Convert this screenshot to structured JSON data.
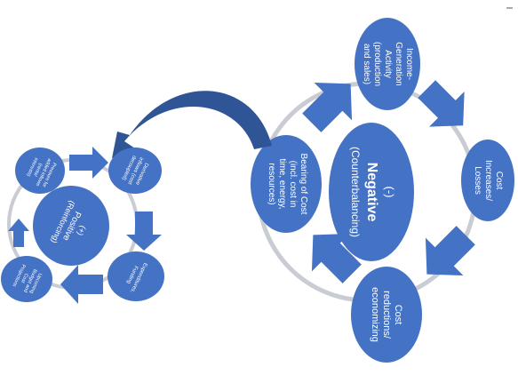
{
  "negative_cycle": {
    "center": {
      "sign": "(-)",
      "title": "Negative",
      "subtitle": "(Counterbalancing)"
    },
    "nodes": {
      "income": [
        "Income-",
        "Generation",
        "Activity",
        "(production",
        "and sales)"
      ],
      "cost_increases": [
        "Cost",
        "Increases/",
        "Losses"
      ],
      "cost_reductions": [
        "Cost",
        "reductions/",
        "economizing"
      ],
      "bearing": [
        "Bearing of Cost",
        "(incl. cost in",
        "time, energy,",
        "resources)"
      ]
    }
  },
  "positive_cycle": {
    "center": {
      "sign": "(+)",
      "title": "Positive",
      "subtitle": "(Reinforcing)"
    },
    "nodes": {
      "derivative": [
        "Derivative",
        "inflows (cost",
        "decoupled)"
      ],
      "expenditures": [
        "Expenditures,",
        "Funding"
      ],
      "upcoming": [
        "Upcoming",
        "Budget and",
        "Cost",
        "Projections"
      ],
      "pressure": [
        "Pressure for",
        "added inflows",
        "(rents/",
        "interests)"
      ]
    }
  },
  "colors": {
    "node": "#4472c4",
    "arrow": "#4472c4",
    "arc": "#2f5597",
    "ring": "#c9ccd3"
  }
}
